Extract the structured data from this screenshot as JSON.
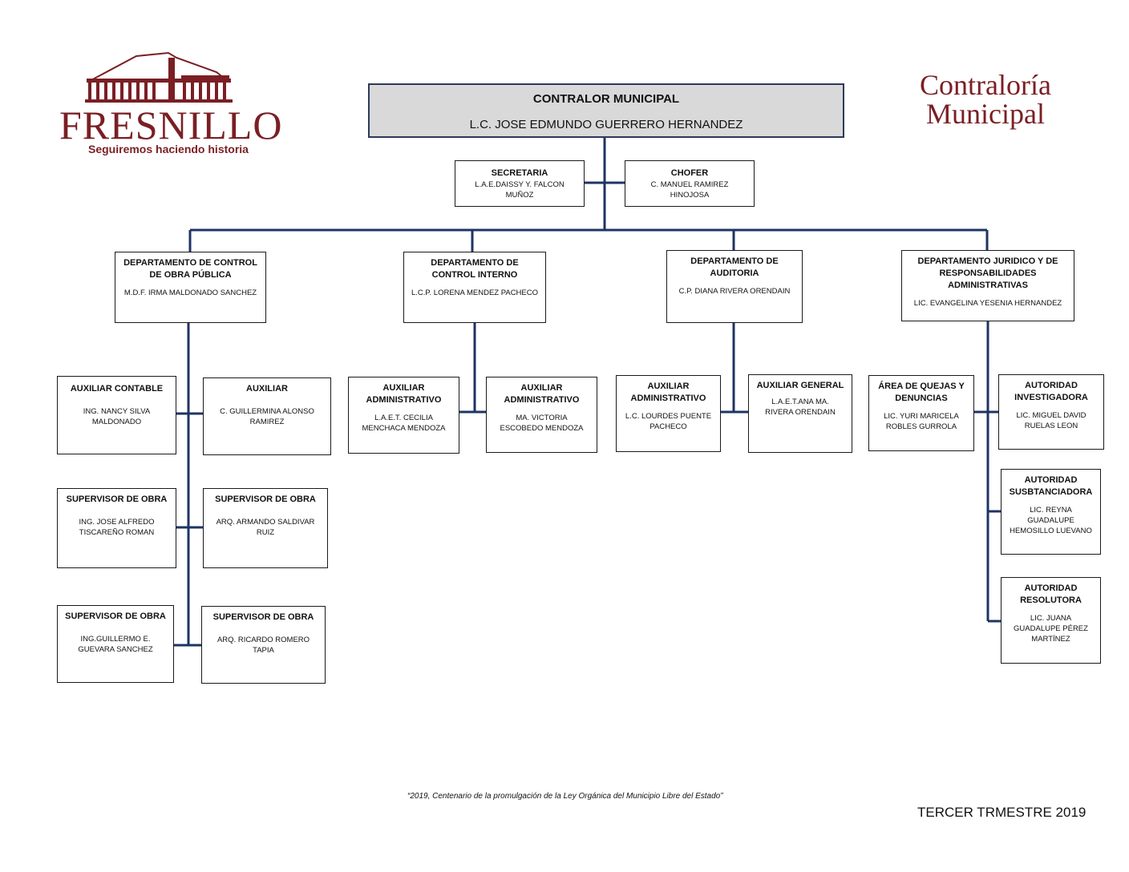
{
  "brand": {
    "logo_left_word": "FRESNILLO",
    "logo_left_slogan": "Seguiremos haciendo historia",
    "logo_right_line1": "Contraloría",
    "logo_right_line2": "Municipal",
    "brand_color": "#7a1f24",
    "line_color": "#1f3464"
  },
  "top": {
    "title": "CONTRALOR MUNICIPAL",
    "name": "L.C. JOSE EDMUNDO GUERRERO HERNANDEZ"
  },
  "staff": [
    {
      "title": "SECRETARIA",
      "name": "L.A.E.DAISSY Y. FALCON\nMUÑOZ"
    },
    {
      "title": "CHOFER",
      "name": "C. MANUEL RAMIREZ\nHINOJOSA"
    }
  ],
  "departments": [
    {
      "title": "DEPARTAMENTO DE CONTROL\nDE OBRA PÚBLICA",
      "name": "M.D.F. IRMA MALDONADO SANCHEZ",
      "subordinates": [
        {
          "title": "AUXILIAR CONTABLE",
          "name": "ING. NANCY SILVA\nMALDONADO"
        },
        {
          "title": "AUXILIAR",
          "name": "C. GUILLERMINA ALONSO\nRAMIREZ"
        },
        {
          "title": "SUPERVISOR DE OBRA",
          "name": "ING. JOSE ALFREDO\nTISCAREÑO ROMAN"
        },
        {
          "title": "SUPERVISOR DE OBRA",
          "name": "ARQ. ARMANDO SALDIVAR\nRUIZ"
        },
        {
          "title": "SUPERVISOR DE OBRA",
          "name": "ING.GUILLERMO E.\nGUEVARA SANCHEZ"
        },
        {
          "title": "SUPERVISOR DE OBRA",
          "name": "ARQ. RICARDO ROMERO\nTAPIA"
        }
      ]
    },
    {
      "title": "DEPARTAMENTO DE\nCONTROL INTERNO",
      "name": "L.C.P. LORENA MENDEZ PACHECO",
      "subordinates": [
        {
          "title": "AUXILIAR\nADMINISTRATIVO",
          "name": "L.A.E.T. CECILIA\nMENCHACA MENDOZA"
        },
        {
          "title": "AUXILIAR\nADMINISTRATIVO",
          "name": "MA. VICTORIA\nESCOBEDO MENDOZA"
        }
      ]
    },
    {
      "title": "DEPARTAMENTO DE\nAUDITORIA",
      "name": "C.P. DIANA RIVERA ORENDAIN",
      "subordinates": [
        {
          "title": "AUXILIAR\nADMINISTRATIVO",
          "name": "L.C. LOURDES PUENTE\nPACHECO"
        },
        {
          "title": "AUXILIAR GENERAL",
          "name": "L.A.E.T.ANA MA.\nRIVERA ORENDAIN"
        }
      ]
    },
    {
      "title": "DEPARTAMENTO JURIDICO Y DE\nRESPONSABILIDADES\nADMINISTRATIVAS",
      "name": "LIC. EVANGELINA YESENIA HERNANDEZ",
      "subordinates": [
        {
          "title": "ÁREA DE QUEJAS Y\nDENUNCIAS",
          "name": "LIC. YURI MARICELA\nROBLES GURROLA"
        },
        {
          "title": "AUTORIDAD\nINVESTIGADORA",
          "name": "LIC. MIGUEL DAVID\nRUELAS LEON"
        },
        {
          "title": "AUTORIDAD\nSUSBTANCIADORA",
          "name": "LIC. REYNA\nGUADALUPE\nHEMOSILLO LUEVANO"
        },
        {
          "title": "AUTORIDAD\nRESOLUTORA",
          "name": "LIC. JUANA\nGUADALUPE PÉREZ\nMARTÍNEZ"
        }
      ]
    }
  ],
  "footer": {
    "quote": "“2019, Centenario de la promulgación de la Ley Orgánica del Municipio Libre del Estado”",
    "period": "TERCER  TRMESTRE 2019"
  }
}
